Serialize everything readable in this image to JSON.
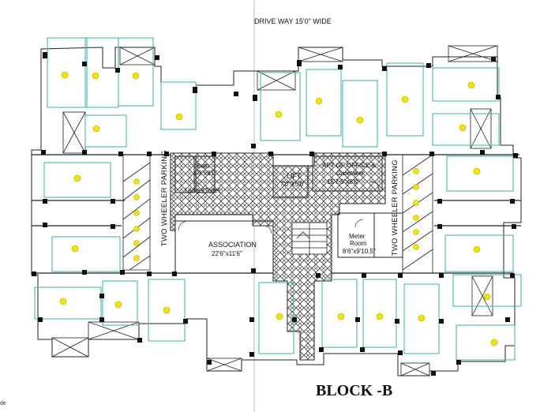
{
  "header": {
    "driveway": "DRIVE WAY 15'0\" WIDE"
  },
  "labels": {
    "lift": "LIFT",
    "lift_size": "7'0\"X5'0\"",
    "apt_office": "APT OF OFFICE &",
    "caretaker": "Caretaker",
    "office_size": "15'7.5\"x8'0\"",
    "bath": "Bath",
    "bath_size": "4'9\"x8'0\"",
    "ladies_toilet": "Ladies Toilet",
    "association": "ASSOCIATION",
    "association_size": "22'6\"x11'6\"",
    "meter": "Meter",
    "room": "Room",
    "meter_size": "8'6\"x9'10.5\"",
    "two_wheeler_left": "TWO WHEELER PARKING",
    "two_wheeler_right": "TWO WHEELER PARKING"
  },
  "title": "BLOCK -B",
  "crop_text": "de",
  "colors": {
    "wall": "#1a1a1a",
    "room_outline": "#4fb3ad",
    "marker": "#f2e600",
    "line": "#444444"
  }
}
